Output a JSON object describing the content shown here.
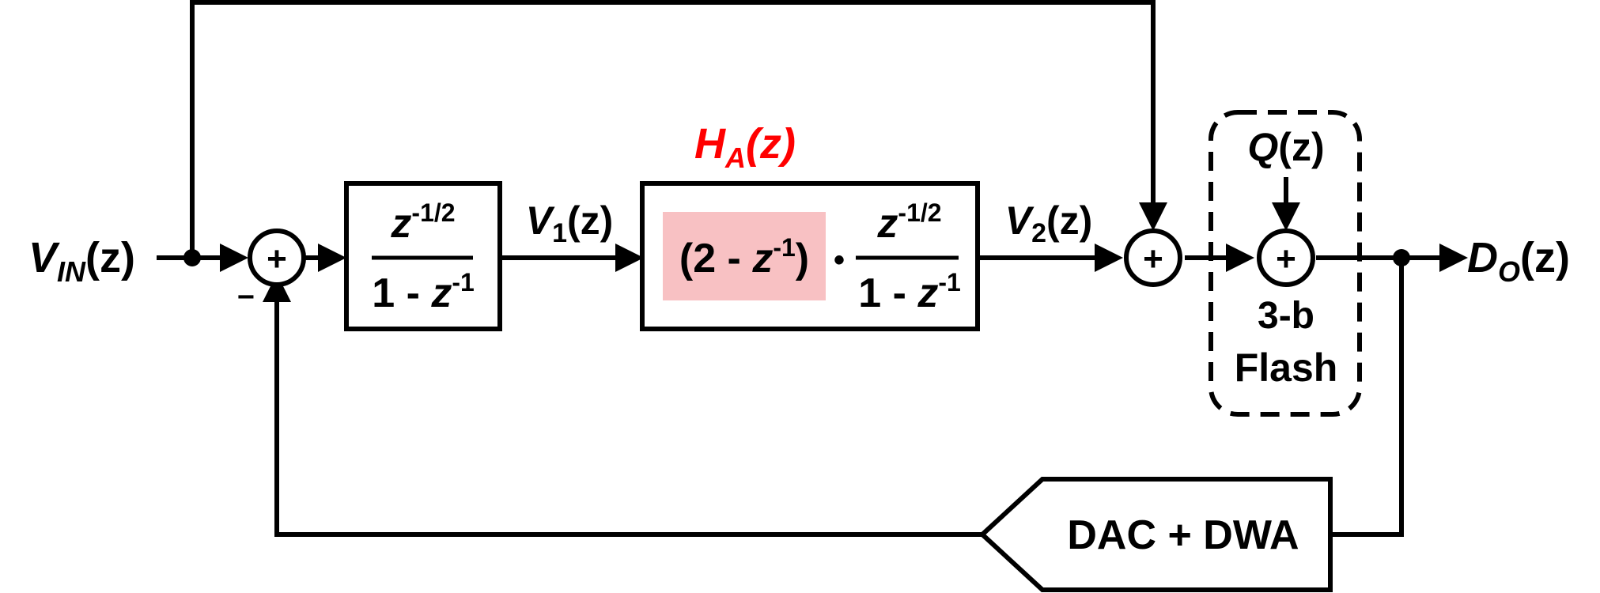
{
  "input": {
    "sym": "V",
    "sub": "IN",
    "arg": "(z)"
  },
  "output": {
    "sym": "D",
    "sub": "O",
    "arg": "(z)"
  },
  "v1": {
    "sym": "V",
    "sub": "1",
    "arg": "(z)"
  },
  "v2": {
    "sym": "V",
    "sub": "2",
    "arg": "(z)"
  },
  "ha": {
    "sym": "H",
    "sub": "A",
    "arg": "(z)",
    "color": "#ff0000"
  },
  "q": {
    "sym": "Q",
    "arg": "(z)"
  },
  "sum_symbol": "+",
  "minus_sign": "−",
  "integrator1": {
    "num_base": "z",
    "num_exp": "-1/2",
    "den_prefix": "1 - ",
    "den_base": "z",
    "den_exp": "-1"
  },
  "integrator2": {
    "factor_open": "(2 - ",
    "factor_base": "z",
    "factor_exp": "-1",
    "factor_close": ")",
    "highlight_color": "#f8c1c3",
    "dot": "•",
    "num_base": "z",
    "num_exp": "-1/2",
    "den_prefix": "1 - ",
    "den_base": "z",
    "den_exp": "-1"
  },
  "quantizer": {
    "line1": "3-b",
    "line2": "Flash"
  },
  "dac_label": "DAC + DWA"
}
